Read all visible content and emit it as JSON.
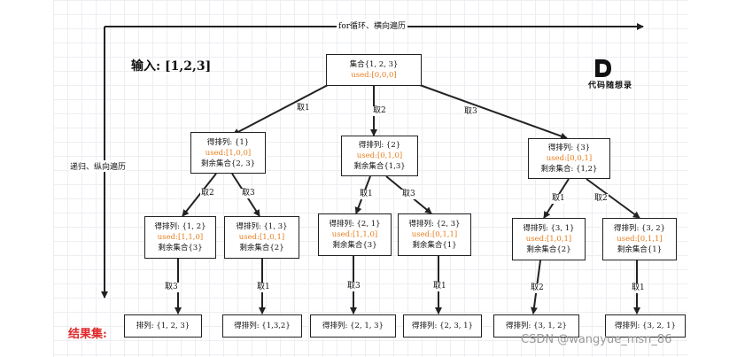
{
  "axis": {
    "horizontal_label": "for循环、横向遍历",
    "vertical_label": "递归、纵向遍历"
  },
  "input_label": "输入: [1,2,3]",
  "result_label": "结果集:",
  "logo": {
    "letter": "D",
    "text": "代码随想录"
  },
  "watermark": "CSDN @wangyue_msn_86",
  "tree": {
    "root": {
      "line1": "集合{1, 2, 3}",
      "used": "used:[0,0,0]"
    },
    "level1": [
      {
        "edge": "取1",
        "line1": "得排列: {1}",
        "used": "used:[1,0,0]",
        "line3": "剩余集合{2, 3}"
      },
      {
        "edge": "取2",
        "line1": "得排列: {2}",
        "used": "used:[0,1,0]",
        "line3": "剩余集合{1,3}"
      },
      {
        "edge": "取3",
        "line1": "得排列: {3}",
        "used": "used:[0,0,1]",
        "line3": "剩余集合: {1,2}"
      }
    ],
    "level2": [
      {
        "edge": "取2",
        "line1": "得排列: {1, 2}",
        "used": "used:[1,1,0]",
        "line3": "剩余集合{3}"
      },
      {
        "edge": "取3",
        "line1": "得排列: {1, 3}",
        "used": "used:[1,0,1]",
        "line3": "剩余集合{2}"
      },
      {
        "edge": "取1",
        "line1": "得排列: {2, 1}",
        "used": "used:[1,1,0]",
        "line3": "剩余集合{3}"
      },
      {
        "edge": "取3",
        "line1": "得排列: {2, 3}",
        "used": "used:[0,1,1]",
        "line3": "剩余集合{1}"
      },
      {
        "edge": "取1",
        "line1": "得排列: {3, 1}",
        "used": "used:[1,0,1]",
        "line3": "剩余集合{2}"
      },
      {
        "edge": "取2",
        "line1": "得排列: {3, 2}",
        "used": "used:[0,1,1]",
        "line3": "剩余集合{1}"
      }
    ],
    "results": [
      {
        "edge": "取3",
        "line1": "排列: {1, 2, 3}"
      },
      {
        "edge": "取1",
        "line1": "得排列: {1,3,2}"
      },
      {
        "edge": "取3",
        "line1": "得排列: {2, 1, 3}"
      },
      {
        "edge": "取1",
        "line1": "得排列: {2, 3, 1}"
      },
      {
        "edge": "取2",
        "line1": "得排列: {3, 1, 2}"
      },
      {
        "edge": "取1",
        "line1": "得排列: {3, 2, 1}"
      }
    ]
  },
  "colors": {
    "used": "#e87d1e",
    "result_label": "#e0282a",
    "stroke": "#222222"
  }
}
